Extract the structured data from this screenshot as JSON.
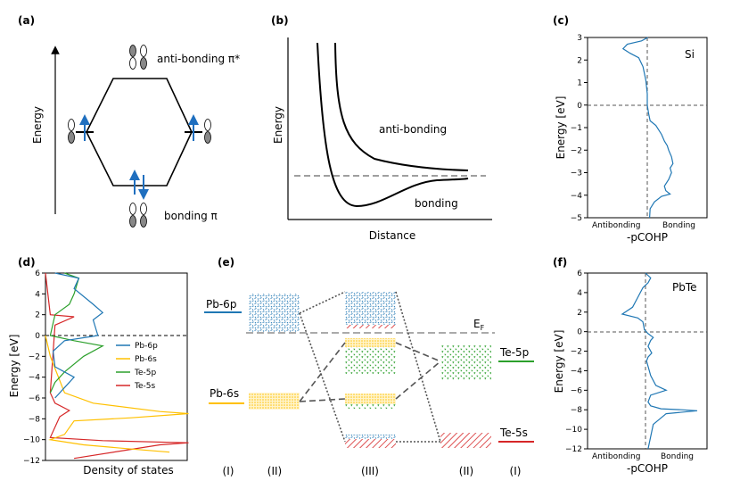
{
  "panels": {
    "a": {
      "label": "(a)",
      "y_axis": "Energy",
      "antibonding_label": "anti-bonding π*",
      "bonding_label": "bonding π"
    },
    "b": {
      "label": "(b)",
      "y_axis": "Energy",
      "x_axis": "Distance",
      "antibonding_label": "anti-bonding",
      "bonding_label": "bonding"
    },
    "c": {
      "label": "(c)",
      "material": "Si",
      "ylabel": "Energy [eV]",
      "xlabel": "-pCOHP",
      "left_label": "Antibonding",
      "right_label": "Bonding",
      "yticks": [
        "3",
        "2",
        "1",
        "0",
        "−1",
        "−2",
        "−3",
        "−4",
        "−5"
      ]
    },
    "d": {
      "label": "(d)",
      "ylabel": "Energy [eV]",
      "xlabel": "Density of states",
      "yticks": [
        "6",
        "4",
        "2",
        "0",
        "−2",
        "−4",
        "−6",
        "−8",
        "−10",
        "−12"
      ]
    },
    "e": {
      "label": "(e)",
      "fermi": "E",
      "fermi_sub": "F",
      "levels": {
        "pb6p": "Pb-6p",
        "pb6s": "Pb-6s",
        "te5p": "Te-5p",
        "te5s": "Te-5s"
      },
      "columns": [
        "(I)",
        "(II)",
        "(III)",
        "(II)",
        "(I)"
      ]
    },
    "f": {
      "label": "(f)",
      "material": "PbTe",
      "ylabel": "Energy [eV]",
      "xlabel": "-pCOHP",
      "left_label": "Antibonding",
      "right_label": "Bonding",
      "yticks": [
        "6",
        "4",
        "2",
        "0",
        "−2",
        "−4",
        "−6",
        "−8",
        "−10",
        "−12"
      ]
    }
  },
  "colors": {
    "pb6p": "#1f77b4",
    "pb6s": "#ffc000",
    "te5p": "#2ca02c",
    "te5s": "#d62728",
    "arrow": "#1f6fbf",
    "cohp": "#1f77b4"
  },
  "chart_data": [
    {
      "type": "line",
      "panel": "c",
      "title": "Si",
      "xlabel": "-pCOHP",
      "ylabel": "Energy [eV]",
      "ylim": [
        -5,
        3
      ],
      "series": [
        {
          "x": [
            0.02,
            -0.2,
            -0.7,
            -0.85,
            -0.6,
            -0.3,
            -0.15,
            -0.05,
            0.0,
            0.0,
            0.05,
            0.1,
            0.3,
            0.5,
            0.6,
            0.7,
            0.75,
            0.85,
            0.9,
            0.8,
            0.85,
            0.75,
            0.6,
            0.65,
            0.8,
            0.5,
            0.25,
            0.1,
            0.08
          ],
          "y": [
            3.0,
            2.85,
            2.7,
            2.5,
            2.3,
            2.1,
            1.7,
            1.1,
            0.5,
            0.0,
            -0.4,
            -0.7,
            -0.9,
            -1.3,
            -1.6,
            -1.8,
            -2.0,
            -2.3,
            -2.6,
            -2.8,
            -3.0,
            -3.3,
            -3.6,
            -3.8,
            -3.95,
            -4.05,
            -4.3,
            -4.6,
            -5.0
          ]
        }
      ]
    },
    {
      "type": "line",
      "panel": "d",
      "xlabel": "Density of states",
      "ylabel": "Energy [eV]",
      "ylim": [
        -12,
        6
      ],
      "series": [
        {
          "name": "Pb-6p",
          "x": [
            0.1,
            0.35,
            0.3,
            0.5,
            0.6,
            0.5,
            0.55,
            0.2,
            0.08,
            0.1,
            0.3,
            0.2,
            0.1
          ],
          "y": [
            6.0,
            5.5,
            4.5,
            3.0,
            2.2,
            1.5,
            0.0,
            -0.5,
            -1.5,
            -3.0,
            -4.0,
            -5.0,
            -6.0
          ]
        },
        {
          "name": "Pb-6s",
          "x": [
            0.0,
            0.05,
            0.2,
            0.5,
            1.2,
            1.5,
            0.9,
            0.3,
            0.2,
            0.05,
            0.4,
            0.9,
            1.3
          ],
          "y": [
            0.0,
            -2.0,
            -5.5,
            -6.5,
            -7.3,
            -7.5,
            -7.9,
            -8.2,
            -9.5,
            -10.0,
            -10.5,
            -10.9,
            -11.2
          ]
        },
        {
          "name": "Te-5p",
          "x": [
            0.2,
            0.35,
            0.3,
            0.25,
            0.1,
            0.05,
            0.3,
            0.6,
            0.4,
            0.2,
            0.1,
            0.05
          ],
          "y": [
            6.0,
            5.5,
            4.0,
            3.0,
            2.0,
            0.0,
            -0.5,
            -1.0,
            -2.0,
            -3.5,
            -4.5,
            -5.5
          ]
        },
        {
          "name": "Te-5s",
          "x": [
            0.0,
            0.05,
            0.3,
            0.1,
            0.05,
            0.1,
            0.25,
            0.15,
            0.05,
            0.6,
            1.5,
            1.2,
            0.3
          ],
          "y": [
            6.0,
            2.0,
            1.8,
            1.0,
            -5.5,
            -6.5,
            -7.2,
            -7.8,
            -9.8,
            -10.1,
            -10.3,
            -10.5,
            -11.8
          ]
        }
      ]
    },
    {
      "type": "line",
      "panel": "f",
      "title": "PbTe",
      "xlabel": "-pCOHP",
      "ylabel": "Energy [eV]",
      "ylim": [
        -12,
        6
      ],
      "series": [
        {
          "x": [
            0.0,
            0.1,
            0.05,
            -0.05,
            -0.15,
            -0.25,
            -0.45,
            -0.15,
            -0.05,
            -0.02,
            0.05,
            0.15,
            0.1,
            0.05,
            0.12,
            0.05,
            0.02,
            0.1,
            0.2,
            0.4,
            0.1,
            0.05,
            0.1,
            0.3,
            0.7,
            1.0,
            0.4,
            0.15,
            0.05
          ],
          "y": [
            6.0,
            5.5,
            5.0,
            4.5,
            3.5,
            2.5,
            1.8,
            1.4,
            1.0,
            0.2,
            -0.2,
            -0.6,
            -0.9,
            -1.5,
            -2.2,
            -2.6,
            -3.0,
            -4.5,
            -5.5,
            -6.0,
            -6.5,
            -7.2,
            -7.6,
            -7.9,
            -8.0,
            -8.1,
            -8.4,
            -9.5,
            -12.0
          ]
        }
      ]
    }
  ]
}
